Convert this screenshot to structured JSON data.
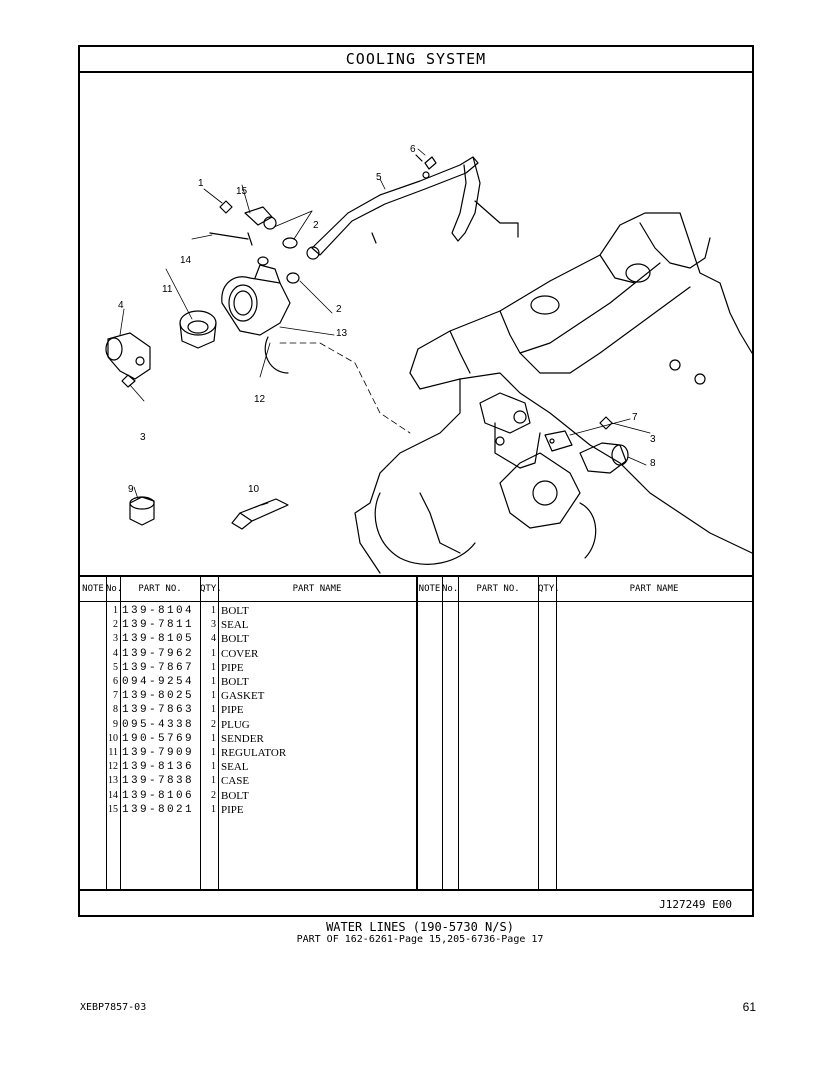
{
  "section_title": "COOLING SYSTEM",
  "callouts": [
    {
      "label": "6"
    },
    {
      "label": "5"
    },
    {
      "label": "1"
    },
    {
      "label": "15"
    },
    {
      "label": "2"
    },
    {
      "label": "14"
    },
    {
      "label": "2"
    },
    {
      "label": "11"
    },
    {
      "label": "4"
    },
    {
      "label": "13"
    },
    {
      "label": "12"
    },
    {
      "label": "3"
    },
    {
      "label": "7"
    },
    {
      "label": "3"
    },
    {
      "label": "8"
    },
    {
      "label": "9"
    },
    {
      "label": "10"
    }
  ],
  "table": {
    "headers": {
      "note": "NOTE",
      "no": "No.",
      "part_no": "PART NO.",
      "qty": "QTY.",
      "part_name": "PART NAME"
    },
    "rows": [
      {
        "no": "1",
        "part_no": "139-8104",
        "qty": "1",
        "name": "BOLT"
      },
      {
        "no": "2",
        "part_no": "139-7811",
        "qty": "3",
        "name": "SEAL"
      },
      {
        "no": "3",
        "part_no": "139-8105",
        "qty": "4",
        "name": "BOLT"
      },
      {
        "no": "4",
        "part_no": "139-7962",
        "qty": "1",
        "name": "COVER"
      },
      {
        "no": "5",
        "part_no": "139-7867",
        "qty": "1",
        "name": "PIPE"
      },
      {
        "no": "6",
        "part_no": "094-9254",
        "qty": "1",
        "name": "BOLT"
      },
      {
        "no": "7",
        "part_no": "139-8025",
        "qty": "1",
        "name": "GASKET"
      },
      {
        "no": "8",
        "part_no": "139-7863",
        "qty": "1",
        "name": "PIPE"
      },
      {
        "no": "9",
        "part_no": "095-4338",
        "qty": "2",
        "name": "PLUG"
      },
      {
        "no": "10",
        "part_no": "190-5769",
        "qty": "1",
        "name": "SENDER"
      },
      {
        "no": "11",
        "part_no": "139-7909",
        "qty": "1",
        "name": "REGULATOR"
      },
      {
        "no": "12",
        "part_no": "139-8136",
        "qty": "1",
        "name": "SEAL"
      },
      {
        "no": "13",
        "part_no": "139-7838",
        "qty": "1",
        "name": "CASE"
      },
      {
        "no": "14",
        "part_no": "139-8106",
        "qty": "2",
        "name": "BOLT"
      },
      {
        "no": "15",
        "part_no": "139-8021",
        "qty": "1",
        "name": "PIPE"
      }
    ]
  },
  "illustration_id": "J127249  E00",
  "subtitle": "WATER LINES (190-5730 N/S)",
  "part_of": "PART OF 162-6261-Page 15,205-6736-Page 17",
  "publication": "XEBP7857-03",
  "page_number": "61"
}
